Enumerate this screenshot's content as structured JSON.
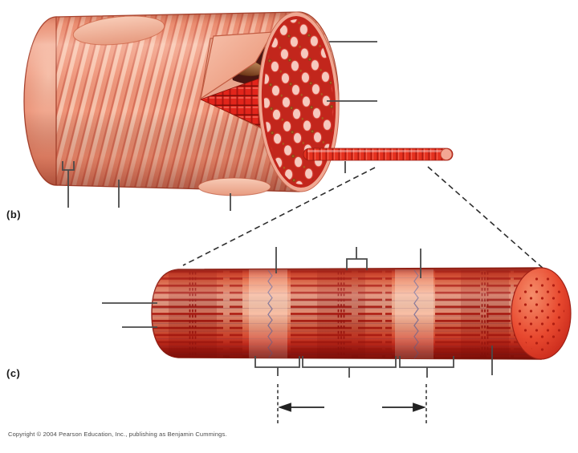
{
  "page": {
    "background": "#ffffff"
  },
  "panel_b": {
    "label": "(b)"
  },
  "panel_c": {
    "label": "(c)"
  },
  "footer": {
    "copyright": "Copyright © 2004 Pearson Education, Inc., publishing as Benjamin Cummings."
  },
  "colors": {
    "page-bg": "#ffffff",
    "text": "#1a1a1a",
    "copyright-text": "#4a4a4a",
    "leader-line": "#4a4a4a",
    "dashed-line": "#2e2e2e",
    "muscle-red": "#e2251b",
    "muscle-salmon": "#ef9478",
    "muscle-highlight": "#f8c3ac",
    "muscle-outline": "#a8432f",
    "cross-section-bg": "#c2261c",
    "myofibril-circle": "#f6c9be",
    "z-disc": "#8e7c9c",
    "m-line": "#9a130e"
  }
}
